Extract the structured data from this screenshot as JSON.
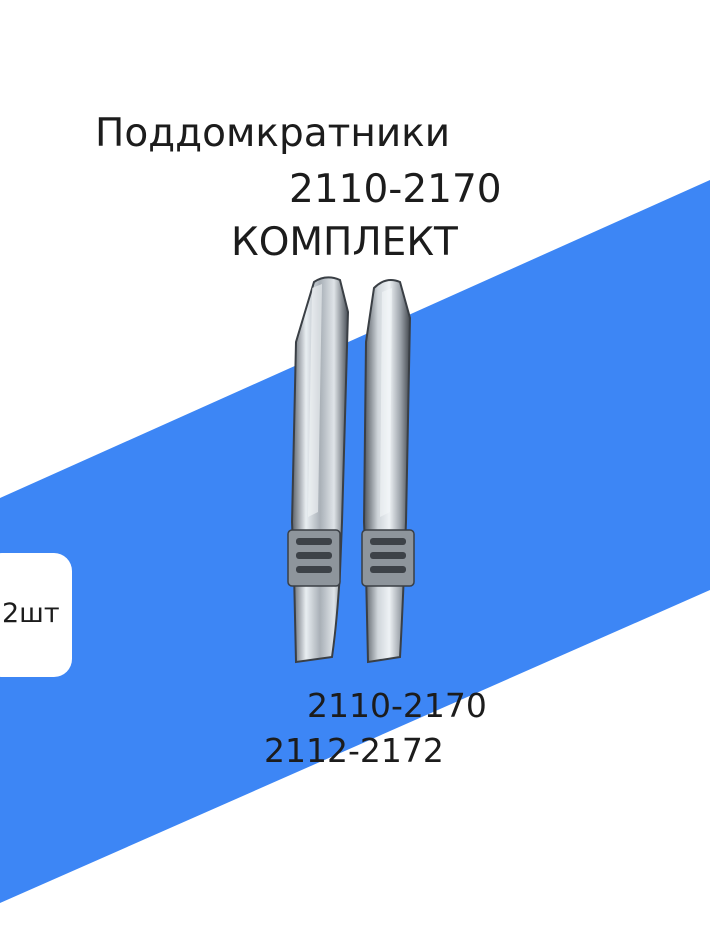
{
  "title": {
    "line1": "Поддомкратники",
    "line2": "2110-2170",
    "line3": "КОМПЛЕКТ"
  },
  "quantity_badge": "2шт",
  "models": [
    "2110-2170",
    "2112-2172"
  ],
  "colors": {
    "band_blue": "#3d86f5",
    "background": "#ffffff",
    "text": "#1c1c1c",
    "metal_light": "#d8dde2",
    "metal_dark": "#4a5058"
  },
  "image": {
    "subject": "two metal jack support brackets"
  }
}
